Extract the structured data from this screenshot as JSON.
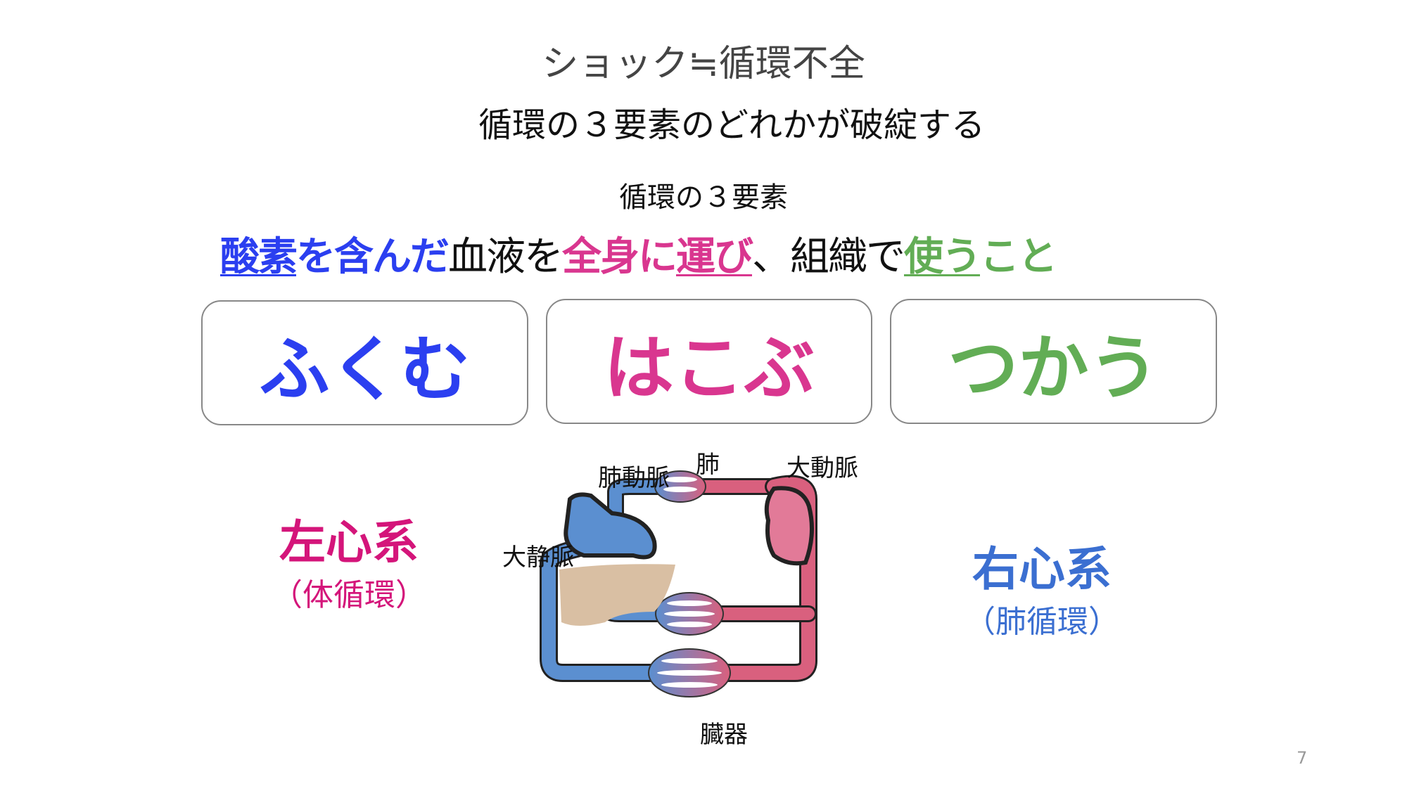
{
  "title": "ショック≒循環不全",
  "subtitle": "循環の３要素のどれかが破綻する",
  "elements_heading": "循環の３要素",
  "definition": {
    "part1": "酸素",
    "part2": "を含んだ",
    "part3": "血液を",
    "part4": "全身に",
    "part5": "運び",
    "part6": "、組織で",
    "part7": "使う",
    "part8": "こと"
  },
  "boxes": [
    {
      "label": "ふくむ",
      "color": "#2b3ff0"
    },
    {
      "label": "はこぶ",
      "color": "#d9368f"
    },
    {
      "label": "つかう",
      "color": "#62ad55"
    }
  ],
  "left_system": {
    "title": "左心系",
    "sub": "（体循環）",
    "color": "#d4157a"
  },
  "right_system": {
    "title": "右心系",
    "sub": "（肺循環）",
    "color": "#3b6fd1"
  },
  "diagram_labels": {
    "pulmonary_artery": "肺動脈",
    "lung": "肺",
    "aorta": "大動脈",
    "vena_cava": "大静脈",
    "organs": "臓器"
  },
  "page_number": "7"
}
